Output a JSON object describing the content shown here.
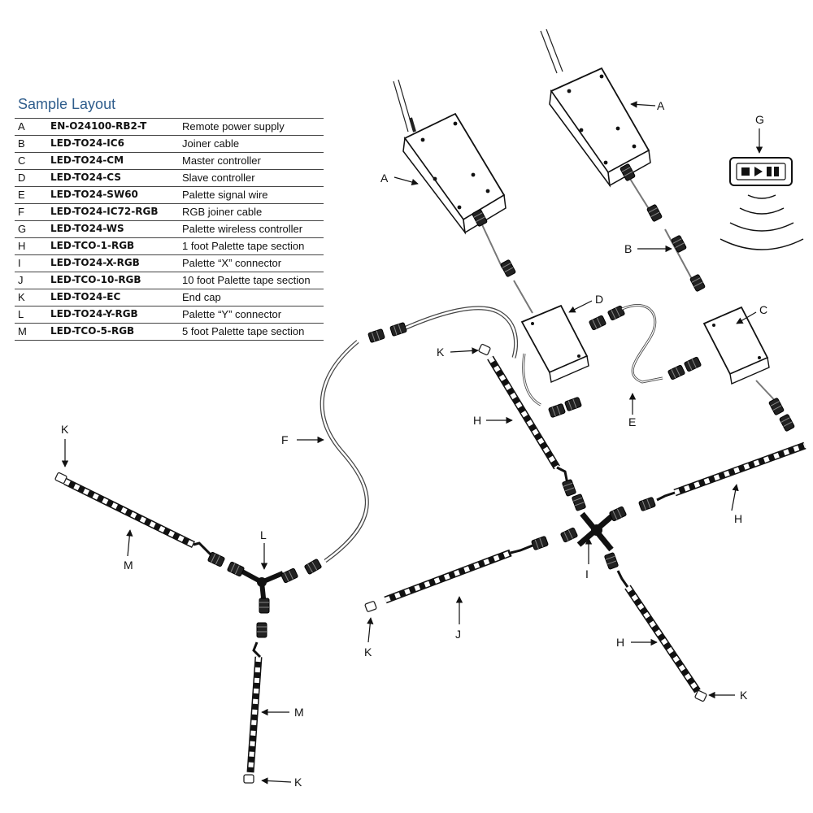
{
  "legend": {
    "title": "Sample Layout",
    "rows": [
      {
        "letter": "A",
        "code": "EN-O24100-RB2-T",
        "description": "Remote power supply"
      },
      {
        "letter": "B",
        "code": "LED-TO24-IC6",
        "description": "Joiner cable"
      },
      {
        "letter": "C",
        "code": "LED-TO24-CM",
        "description": "Master controller"
      },
      {
        "letter": "D",
        "code": "LED-TO24-CS",
        "description": "Slave controller"
      },
      {
        "letter": "E",
        "code": "LED-TO24-SW60",
        "description": "Palette signal wire"
      },
      {
        "letter": "F",
        "code": "LED-TO24-IC72-RGB",
        "description": "RGB joiner cable"
      },
      {
        "letter": "G",
        "code": "LED-TO24-WS",
        "description": "Palette wireless controller"
      },
      {
        "letter": "H",
        "code": "LED-TCO-1-RGB",
        "description": "1 foot Palette tape section"
      },
      {
        "letter": "I",
        "code": "LED-TO24-X-RGB",
        "description": "Palette “X” connector"
      },
      {
        "letter": "J",
        "code": "LED-TCO-10-RGB",
        "description": "10 foot Palette tape section"
      },
      {
        "letter": "K",
        "code": "LED-TO24-EC",
        "description": "End cap"
      },
      {
        "letter": "L",
        "code": "LED-TO24-Y-RGB",
        "description": "Palette “Y” connector"
      },
      {
        "letter": "M",
        "code": "LED-TCO-5-RGB",
        "description": "5 foot Palette tape section"
      }
    ]
  },
  "callouts": {
    "A": "A",
    "B": "B",
    "C": "C",
    "D": "D",
    "E": "E",
    "F": "F",
    "G": "G",
    "H": "H",
    "I": "I",
    "J": "J",
    "K": "K",
    "L": "L",
    "M": "M"
  }
}
